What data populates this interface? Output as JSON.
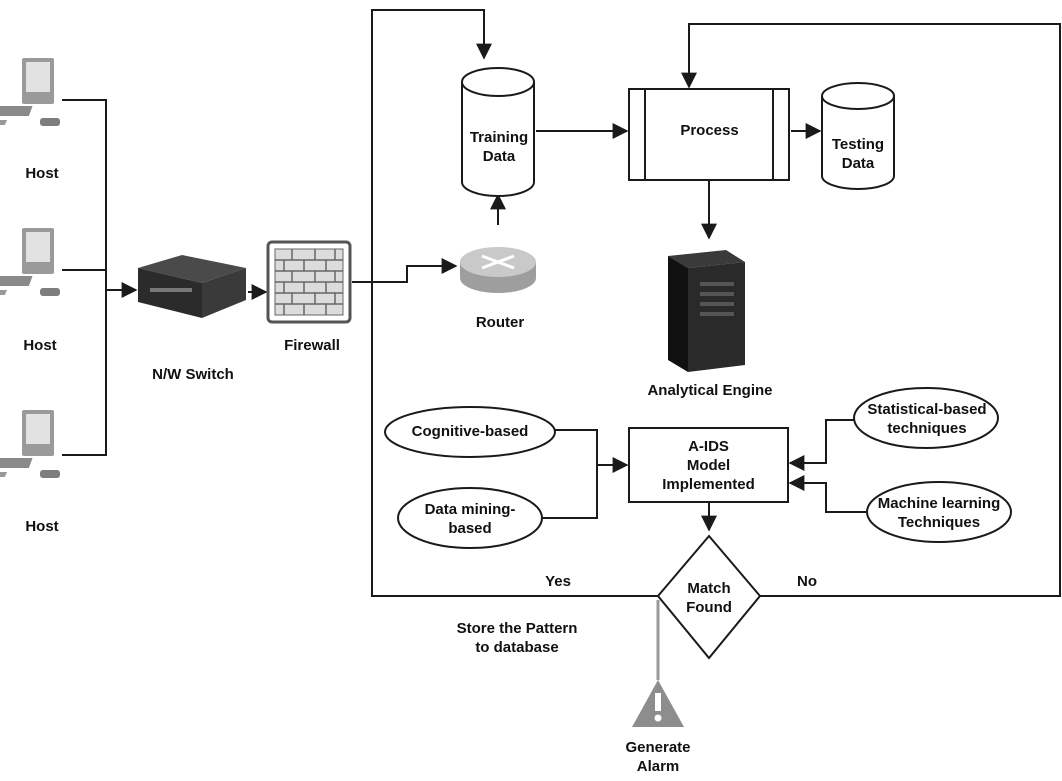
{
  "hosts": [
    "Host",
    "Host",
    "Host"
  ],
  "switch_label": "N/W Switch",
  "firewall_label": "Firewall",
  "router_label": "Router",
  "training_data_label": "Training\nData",
  "process_label": "Process",
  "testing_data_label": "Testing\nData",
  "engine_label": "Analytical Engine",
  "cognitive_label": "Cognitive-based",
  "data_mining_label": "Data mining-\nbased",
  "aids_label": "A-IDS\nModel\nImplemented",
  "statistical_label": "Statistical-based\ntechniques",
  "ml_label": "Machine learning\nTechniques",
  "decision_label": "Match\nFound",
  "yes_label": "Yes",
  "no_label": "No",
  "store_label": "Store the Pattern\nto database",
  "alarm_label": "Generate\nAlarm",
  "colors": {
    "line": "#1a1a1a",
    "monitor": "#a9a9a9",
    "brick": "#555555",
    "router": "#b8b8b8",
    "server": "#1c1c1c",
    "alarm": "#8d8d8d"
  }
}
